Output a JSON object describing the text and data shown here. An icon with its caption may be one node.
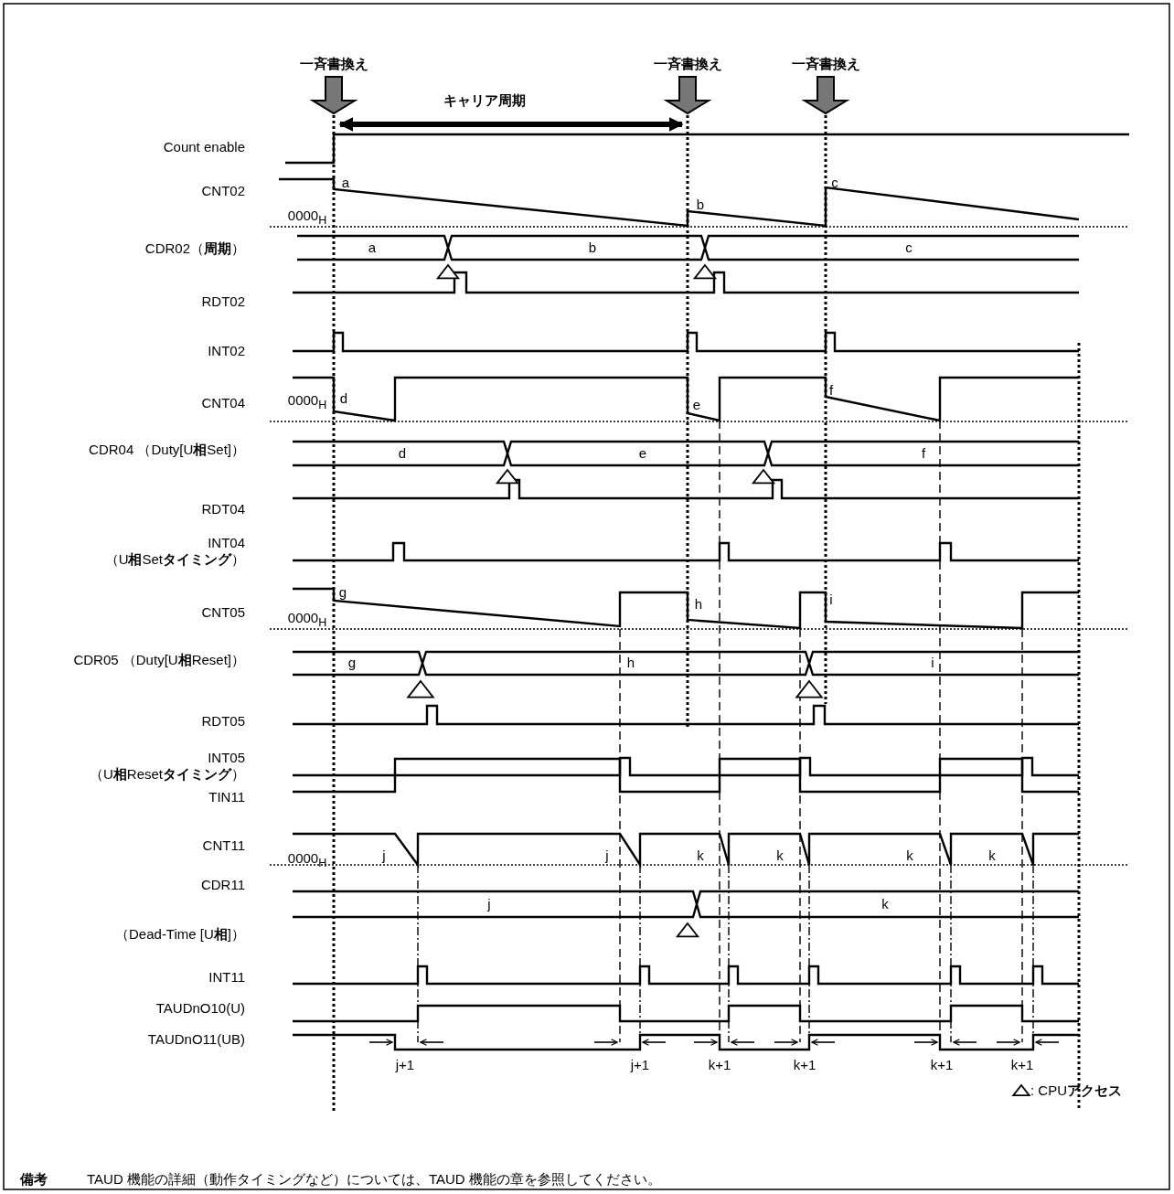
{
  "diagram": {
    "labels": [
      "一斉書換え",
      "一斉書換え",
      "一斉書換え",
      "キャリア周期",
      "Count enable",
      "CNT02",
      "a",
      "0000$_{H}$",
      "b",
      "c",
      "CDR02（**周期**）",
      "a",
      "b",
      "c",
      "RDT02",
      "INT02",
      "CNT04",
      "0000$_{H}$",
      "d",
      "e",
      "f",
      "CDR04 （Duty[U**相**Set]）",
      "d",
      "e",
      "f",
      "RDT04",
      "INT04 （U**相**Set**タイミング**）",
      "CNT05",
      "0000$_{H}$",
      "g",
      "h",
      "i",
      "CDR05 （Duty[U**相**Reset]）",
      "g",
      "h",
      "i",
      "RDT05",
      "INT05 （U**相**Reset**タイミング**）",
      "TIN11",
      "CNT11",
      "0000$_{H}$",
      "j",
      "j",
      "k",
      "k",
      "k",
      "k",
      "CDR11",
      "j",
      "k",
      "（Dead-Time [U**相**]）",
      "INT11",
      "TAUDnO10(U)",
      "TAUDnO11(UB)",
      "j+1",
      "j+1",
      "k+1",
      "k+1",
      "k+1",
      "k+1",
      "備考",
      "TAUD 機能の詳細（動作タイミングなど）については、TAUD 機能の章を参照してください。"
    ],
    "legend": [
      {
        "text": ": CPU**アクセス**"
      }
    ]
  }
}
